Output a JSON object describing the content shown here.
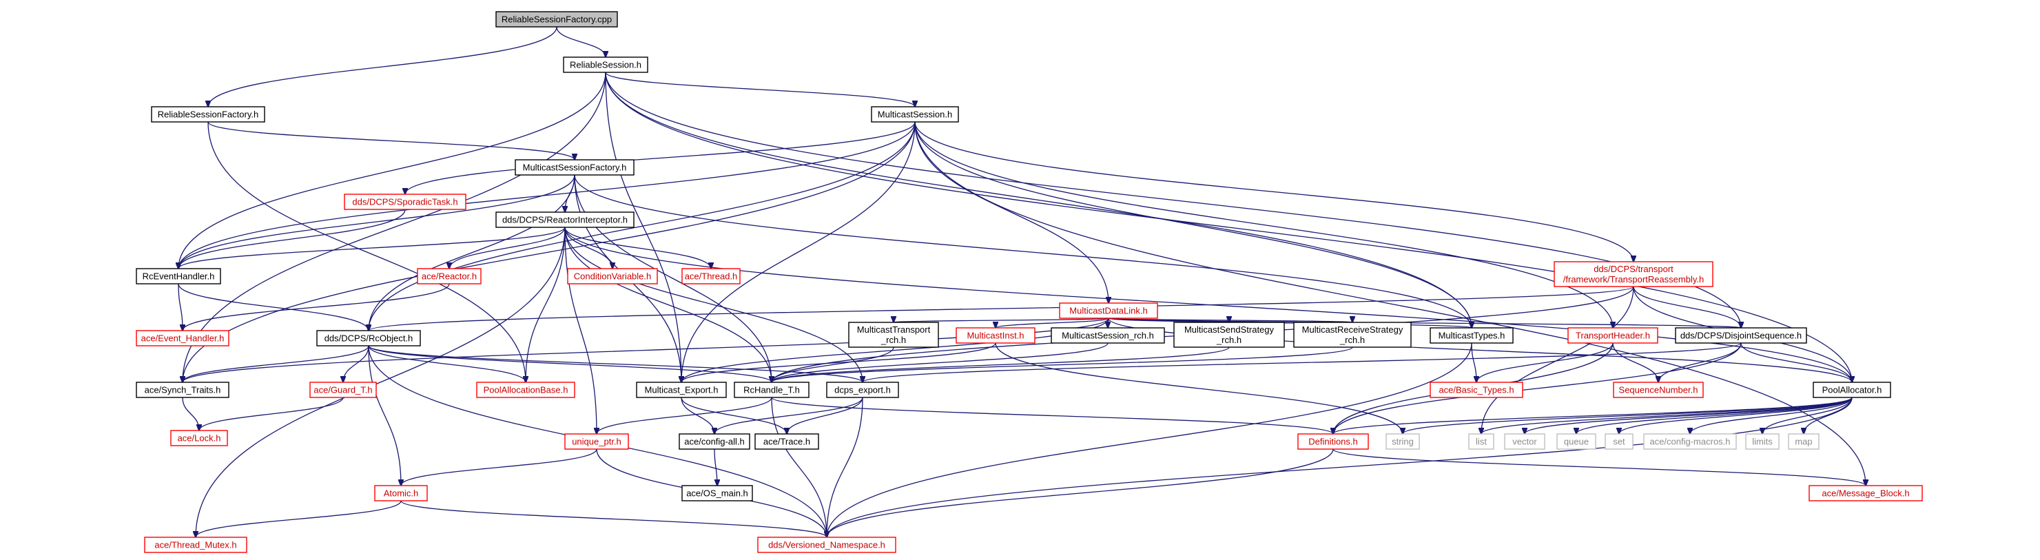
{
  "diagram": {
    "type": "include-dependency-graph",
    "colors": {
      "edge": "#191970",
      "node_border_normal": "#000000",
      "node_border_truncated": "#ff0000",
      "node_border_external": "#bfbfbf",
      "root_fill": "#bfbfbf",
      "node_fill": "#ffffff",
      "text_normal": "#000000",
      "text_truncated": "#cc0000",
      "text_external": "#8c8c8c"
    },
    "nodes": {
      "reliable_session_factory_cpp": {
        "label": "ReliableSessionFactory.cpp",
        "style": "root"
      },
      "reliable_session_h": {
        "label": "ReliableSession.h",
        "style": "normal"
      },
      "reliable_session_factory_h": {
        "label": "ReliableSessionFactory.h",
        "style": "normal"
      },
      "multicast_session_h": {
        "label": "MulticastSession.h",
        "style": "normal"
      },
      "dds_sporadic_task_h": {
        "label": "dds/DCPS/SporadicTask.h",
        "style": "truncated"
      },
      "multicast_session_factory_h": {
        "label": "MulticastSessionFactory.h",
        "style": "normal"
      },
      "dds_reactor_interceptor_h": {
        "label": "dds/DCPS/ReactorInterceptor.h",
        "style": "normal"
      },
      "rc_event_handler_h": {
        "label": "RcEventHandler.h",
        "style": "normal"
      },
      "ace_reactor_h": {
        "label": "ace/Reactor.h",
        "style": "truncated"
      },
      "condition_variable_h": {
        "label": "ConditionVariable.h",
        "style": "truncated"
      },
      "ace_thread_h": {
        "label": "ace/Thread.h",
        "style": "truncated"
      },
      "multicast_data_link_h": {
        "label": "MulticastDataLink.h",
        "style": "truncated"
      },
      "transport_reassembly_h": {
        "label": [
          "dds/DCPS/transport",
          "/framework/TransportReassembly.h"
        ],
        "style": "truncated"
      },
      "ace_event_handler_h": {
        "label": "ace/Event_Handler.h",
        "style": "truncated"
      },
      "dds_rc_object_h": {
        "label": "dds/DCPS/RcObject.h",
        "style": "normal"
      },
      "multicast_transport_rch_h": {
        "label": [
          "MulticastTransport",
          "_rch.h"
        ],
        "style": "normal"
      },
      "multicast_inst_h": {
        "label": "MulticastInst.h",
        "style": "truncated"
      },
      "multicast_session_rch_h": {
        "label": "MulticastSession_rch.h",
        "style": "normal"
      },
      "multicast_send_strategy_rch_h": {
        "label": [
          "MulticastSendStrategy",
          "_rch.h"
        ],
        "style": "normal"
      },
      "multicast_receive_strategy_rch_h": {
        "label": [
          "MulticastReceiveStrategy",
          "_rch.h"
        ],
        "style": "normal"
      },
      "multicast_types_h": {
        "label": "MulticastTypes.h",
        "style": "normal"
      },
      "transport_header_h": {
        "label": "TransportHeader.h",
        "style": "truncated"
      },
      "dds_disjoint_sequence_h": {
        "label": "dds/DCPS/DisjointSequence.h",
        "style": "normal"
      },
      "ace_synch_traits_h": {
        "label": "ace/Synch_Traits.h",
        "style": "normal"
      },
      "ace_guard_t_h": {
        "label": "ace/Guard_T.h",
        "style": "truncated"
      },
      "pool_allocation_base_h": {
        "label": "PoolAllocationBase.h",
        "style": "truncated"
      },
      "multicast_export_h": {
        "label": "Multicast_Export.h",
        "style": "normal"
      },
      "rc_handle_t_h": {
        "label": "RcHandle_T.h",
        "style": "normal"
      },
      "dcps_export_h": {
        "label": "dcps_export.h",
        "style": "normal"
      },
      "ace_basic_types_h": {
        "label": "ace/Basic_Types.h",
        "style": "truncated"
      },
      "sequence_number_h": {
        "label": "SequenceNumber.h",
        "style": "truncated"
      },
      "pool_allocator_h": {
        "label": "PoolAllocator.h",
        "style": "normal"
      },
      "ace_lock_h": {
        "label": "ace/Lock.h",
        "style": "truncated"
      },
      "unique_ptr_h": {
        "label": "unique_ptr.h",
        "style": "truncated"
      },
      "ace_config_all_h": {
        "label": "ace/config-all.h",
        "style": "normal"
      },
      "ace_trace_h": {
        "label": "ace/Trace.h",
        "style": "normal"
      },
      "definitions_h": {
        "label": "Definitions.h",
        "style": "truncated"
      },
      "string": {
        "label": "string",
        "style": "external"
      },
      "list": {
        "label": "list",
        "style": "external"
      },
      "vector": {
        "label": "vector",
        "style": "external"
      },
      "queue": {
        "label": "queue",
        "style": "external"
      },
      "set": {
        "label": "set",
        "style": "external"
      },
      "ace_config_macros_h": {
        "label": "ace/config-macros.h",
        "style": "external"
      },
      "limits": {
        "label": "limits",
        "style": "external"
      },
      "map": {
        "label": "map",
        "style": "external"
      },
      "atomic_h": {
        "label": "Atomic.h",
        "style": "truncated"
      },
      "ace_os_main_h": {
        "label": "ace/OS_main.h",
        "style": "normal"
      },
      "ace_message_block_h": {
        "label": "ace/Message_Block.h",
        "style": "truncated"
      },
      "ace_thread_mutex_h": {
        "label": "ace/Thread_Mutex.h",
        "style": "truncated"
      },
      "dds_versioned_namespace_h": {
        "label": "dds/Versioned_Namespace.h",
        "style": "truncated"
      }
    },
    "edges": [
      [
        "reliable_session_factory_cpp",
        "reliable_session_h"
      ],
      [
        "reliable_session_factory_cpp",
        "reliable_session_factory_h"
      ],
      [
        "reliable_session_h",
        "multicast_session_h"
      ],
      [
        "reliable_session_h",
        "rc_event_handler_h"
      ],
      [
        "reliable_session_h",
        "ace_synch_traits_h"
      ],
      [
        "reliable_session_h",
        "multicast_export_h"
      ],
      [
        "reliable_session_h",
        "multicast_types_h"
      ],
      [
        "reliable_session_h",
        "dds_disjoint_sequence_h"
      ],
      [
        "reliable_session_h",
        "pool_allocator_h"
      ],
      [
        "reliable_session_factory_h",
        "multicast_session_factory_h"
      ],
      [
        "reliable_session_factory_h",
        "pool_allocation_base_h"
      ],
      [
        "multicast_session_h",
        "dds_sporadic_task_h"
      ],
      [
        "multicast_session_h",
        "rc_event_handler_h"
      ],
      [
        "multicast_session_h",
        "ace_synch_traits_h"
      ],
      [
        "multicast_session_h",
        "dds_rc_object_h"
      ],
      [
        "multicast_session_h",
        "multicast_data_link_h"
      ],
      [
        "multicast_session_h",
        "transport_reassembly_h"
      ],
      [
        "multicast_session_h",
        "multicast_export_h"
      ],
      [
        "multicast_session_h",
        "multicast_types_h"
      ],
      [
        "multicast_session_h",
        "transport_header_h"
      ],
      [
        "multicast_session_h",
        "ace_message_block_h"
      ],
      [
        "dds_sporadic_task_h",
        "rc_event_handler_h"
      ],
      [
        "multicast_session_factory_h",
        "dds_reactor_interceptor_h"
      ],
      [
        "multicast_session_factory_h",
        "rc_event_handler_h"
      ],
      [
        "multicast_session_factory_h",
        "dds_rc_object_h"
      ],
      [
        "multicast_session_factory_h",
        "multicast_export_h"
      ],
      [
        "multicast_session_factory_h",
        "rc_handle_t_h"
      ],
      [
        "multicast_session_factory_h",
        "multicast_types_h"
      ],
      [
        "dds_reactor_interceptor_h",
        "rc_event_handler_h"
      ],
      [
        "dds_reactor_interceptor_h",
        "ace_reactor_h"
      ],
      [
        "dds_reactor_interceptor_h",
        "condition_variable_h"
      ],
      [
        "dds_reactor_interceptor_h",
        "ace_thread_h"
      ],
      [
        "dds_reactor_interceptor_h",
        "pool_allocation_base_h"
      ],
      [
        "dds_reactor_interceptor_h",
        "unique_ptr_h"
      ],
      [
        "dds_reactor_interceptor_h",
        "rc_handle_t_h"
      ],
      [
        "dds_reactor_interceptor_h",
        "dcps_export_h"
      ],
      [
        "dds_reactor_interceptor_h",
        "ace_thread_mutex_h"
      ],
      [
        "dds_reactor_interceptor_h",
        "pool_allocator_h"
      ],
      [
        "rc_event_handler_h",
        "ace_event_handler_h"
      ],
      [
        "rc_event_handler_h",
        "dds_rc_object_h"
      ],
      [
        "ace_reactor_h",
        "ace_event_handler_h"
      ],
      [
        "multicast_data_link_h",
        "multicast_transport_rch_h"
      ],
      [
        "multicast_data_link_h",
        "multicast_inst_h"
      ],
      [
        "multicast_data_link_h",
        "multicast_session_rch_h"
      ],
      [
        "multicast_data_link_h",
        "multicast_send_strategy_rch_h"
      ],
      [
        "multicast_data_link_h",
        "multicast_receive_strategy_rch_h"
      ],
      [
        "multicast_data_link_h",
        "multicast_types_h"
      ],
      [
        "multicast_data_link_h",
        "dds_disjoint_sequence_h"
      ],
      [
        "multicast_data_link_h",
        "multicast_export_h"
      ],
      [
        "multicast_data_link_h",
        "ace_synch_traits_h"
      ],
      [
        "multicast_data_link_h",
        "pool_allocator_h"
      ],
      [
        "transport_reassembly_h",
        "dds_rc_object_h"
      ],
      [
        "transport_reassembly_h",
        "dds_disjoint_sequence_h"
      ],
      [
        "transport_reassembly_h",
        "pool_allocator_h"
      ],
      [
        "transport_reassembly_h",
        "rc_handle_t_h"
      ],
      [
        "transport_reassembly_h",
        "list"
      ],
      [
        "dds_rc_object_h",
        "ace_synch_traits_h"
      ],
      [
        "dds_rc_object_h",
        "ace_guard_t_h"
      ],
      [
        "dds_rc_object_h",
        "pool_allocation_base_h"
      ],
      [
        "dds_rc_object_h",
        "rc_handle_t_h"
      ],
      [
        "dds_rc_object_h",
        "dcps_export_h"
      ],
      [
        "dds_rc_object_h",
        "atomic_h"
      ],
      [
        "dds_rc_object_h",
        "dds_versioned_namespace_h"
      ],
      [
        "multicast_transport_rch_h",
        "rc_handle_t_h"
      ],
      [
        "multicast_inst_h",
        "multicast_export_h"
      ],
      [
        "multicast_inst_h",
        "string"
      ],
      [
        "multicast_session_rch_h",
        "rc_handle_t_h"
      ],
      [
        "multicast_send_strategy_rch_h",
        "rc_handle_t_h"
      ],
      [
        "multicast_receive_strategy_rch_h",
        "rc_handle_t_h"
      ],
      [
        "multicast_types_h",
        "ace_basic_types_h"
      ],
      [
        "multicast_types_h",
        "dds_versioned_namespace_h"
      ],
      [
        "transport_header_h",
        "ace_basic_types_h"
      ],
      [
        "transport_header_h",
        "sequence_number_h"
      ],
      [
        "transport_header_h",
        "definitions_h"
      ],
      [
        "dds_disjoint_sequence_h",
        "sequence_number_h"
      ],
      [
        "dds_disjoint_sequence_h",
        "pool_allocator_h"
      ],
      [
        "dds_disjoint_sequence_h",
        "dcps_export_h"
      ],
      [
        "dds_disjoint_sequence_h",
        "definitions_h"
      ],
      [
        "ace_synch_traits_h",
        "ace_lock_h"
      ],
      [
        "ace_guard_t_h",
        "ace_lock_h"
      ],
      [
        "multicast_export_h",
        "ace_config_all_h"
      ],
      [
        "multicast_export_h",
        "ace_trace_h"
      ],
      [
        "rc_handle_t_h",
        "unique_ptr_h"
      ],
      [
        "rc_handle_t_h",
        "definitions_h"
      ],
      [
        "rc_handle_t_h",
        "dds_versioned_namespace_h"
      ],
      [
        "dcps_export_h",
        "ace_config_all_h"
      ],
      [
        "dcps_export_h",
        "ace_trace_h"
      ],
      [
        "dcps_export_h",
        "dds_versioned_namespace_h"
      ],
      [
        "pool_allocator_h",
        "definitions_h"
      ],
      [
        "pool_allocator_h",
        "string"
      ],
      [
        "pool_allocator_h",
        "list"
      ],
      [
        "pool_allocator_h",
        "vector"
      ],
      [
        "pool_allocator_h",
        "queue"
      ],
      [
        "pool_allocator_h",
        "set"
      ],
      [
        "pool_allocator_h",
        "ace_config_macros_h"
      ],
      [
        "pool_allocator_h",
        "limits"
      ],
      [
        "pool_allocator_h",
        "map"
      ],
      [
        "pool_allocator_h",
        "dds_versioned_namespace_h"
      ],
      [
        "unique_ptr_h",
        "atomic_h"
      ],
      [
        "unique_ptr_h",
        "dds_versioned_namespace_h"
      ],
      [
        "ace_config_all_h",
        "ace_os_main_h"
      ],
      [
        "definitions_h",
        "ace_message_block_h"
      ],
      [
        "definitions_h",
        "dds_versioned_namespace_h"
      ],
      [
        "atomic_h",
        "ace_thread_mutex_h"
      ],
      [
        "atomic_h",
        "dds_versioned_namespace_h"
      ]
    ]
  }
}
